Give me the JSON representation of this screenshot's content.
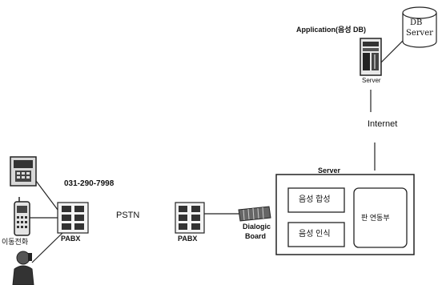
{
  "app_server": {
    "label": "Application(음성 DB)",
    "sublabel": "Server"
  },
  "db_server": {
    "line1": "DB",
    "line2": "Server"
  },
  "internet": {
    "label": "Internet"
  },
  "phone_number": "031-290-7998",
  "left_pabx": {
    "label": "PABX"
  },
  "mobile_phone": {
    "label": "이동전화"
  },
  "pstn": {
    "label": "PSTN"
  },
  "right_pabx": {
    "label": "PABX"
  },
  "dialogic_board": {
    "line1": "Dialogic",
    "line2": "Board"
  },
  "main_server": {
    "title": "Server",
    "speech_synthesis": "음성 합성",
    "speech_recognition": "음성 인식",
    "side_unit": "판 연동부"
  }
}
